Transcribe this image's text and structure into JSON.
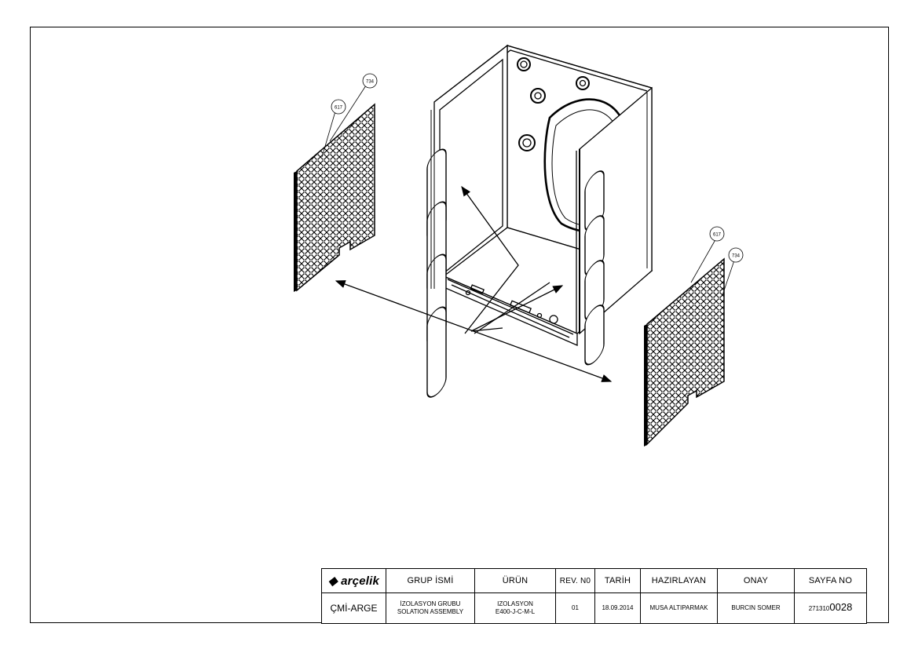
{
  "callouts": {
    "left_panel_top": "734",
    "left_panel_lower": "617",
    "right_panel_top": "617",
    "right_panel_lower": "734"
  },
  "title_block": {
    "brand": "arçelik",
    "headers": {
      "group_name": "GRUP İSMİ",
      "product": "ÜRÜN",
      "revision": "REV. N0",
      "date": "TARİH",
      "prepared_by": "HAZIRLAYAN",
      "approval": "ONAY",
      "page_no": "SAYFA NO"
    },
    "values": {
      "department": "ÇMİ-ARGE",
      "group_name_line1": "İZOLASYON GRUBU",
      "group_name_line2": "SOLATION ASSEMBLY",
      "product_line1": "IZOLASYON",
      "product_line2": "E400-J-C-M-L",
      "revision": "01",
      "date": "18.09.2014",
      "prepared_by": "MUSA ALTIPARMAK",
      "approval": "BURCIN SOMER",
      "page_no_prefix": "271310",
      "page_no_suffix": "0028"
    }
  }
}
